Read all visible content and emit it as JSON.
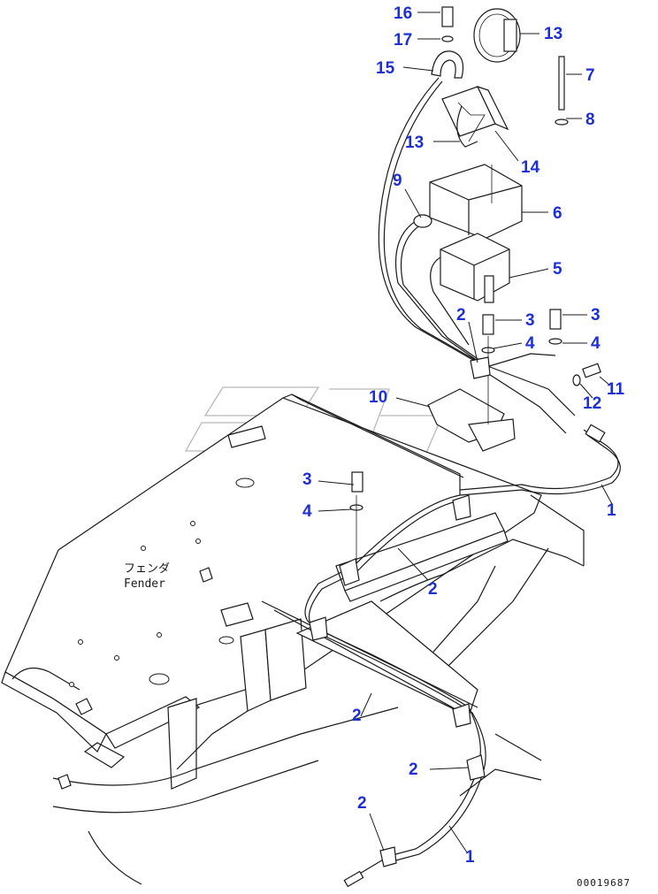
{
  "diagram": {
    "component_label_jp": "フェンダ",
    "component_label_en": "Fender",
    "drawing_code": "00019687"
  },
  "callouts": [
    {
      "id": "c16",
      "text": "16"
    },
    {
      "id": "c17",
      "text": "17"
    },
    {
      "id": "c15",
      "text": "15"
    },
    {
      "id": "c13a",
      "text": "13"
    },
    {
      "id": "c7",
      "text": "7"
    },
    {
      "id": "c8",
      "text": "8"
    },
    {
      "id": "c13b",
      "text": "13"
    },
    {
      "id": "c14",
      "text": "14"
    },
    {
      "id": "c9",
      "text": "9"
    },
    {
      "id": "c6",
      "text": "6"
    },
    {
      "id": "c5",
      "text": "5"
    },
    {
      "id": "c2a",
      "text": "2"
    },
    {
      "id": "c3a",
      "text": "3"
    },
    {
      "id": "c3b",
      "text": "3"
    },
    {
      "id": "c4a",
      "text": "4"
    },
    {
      "id": "c4b",
      "text": "4"
    },
    {
      "id": "c10",
      "text": "10"
    },
    {
      "id": "c11",
      "text": "11"
    },
    {
      "id": "c12",
      "text": "12"
    },
    {
      "id": "c3c",
      "text": "3"
    },
    {
      "id": "c4c",
      "text": "4"
    },
    {
      "id": "c1a",
      "text": "1"
    },
    {
      "id": "c2b",
      "text": "2"
    },
    {
      "id": "c2c",
      "text": "2"
    },
    {
      "id": "c2d",
      "text": "2"
    },
    {
      "id": "c2e",
      "text": "2"
    },
    {
      "id": "c1b",
      "text": "1"
    }
  ]
}
